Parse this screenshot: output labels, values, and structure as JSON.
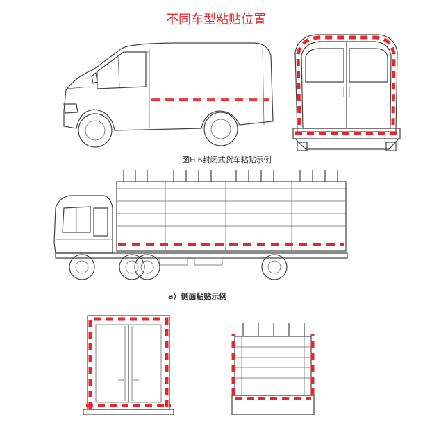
{
  "page": {
    "title": "不同车型粘贴位置",
    "caption_van": "图H.6封闭式货车粘贴示例",
    "caption_truck_side": "a）侧面粘贴示例"
  },
  "colors": {
    "title": "#e8262b",
    "reflective_red": "#e8262b",
    "reflective_white": "#ffffff",
    "line": "#444444"
  },
  "figures": [
    {
      "name": "van-side-view"
    },
    {
      "name": "van-rear-view"
    },
    {
      "name": "truck-side-view"
    },
    {
      "name": "box-truck-rear-view"
    },
    {
      "name": "stake-truck-rear-view"
    }
  ]
}
